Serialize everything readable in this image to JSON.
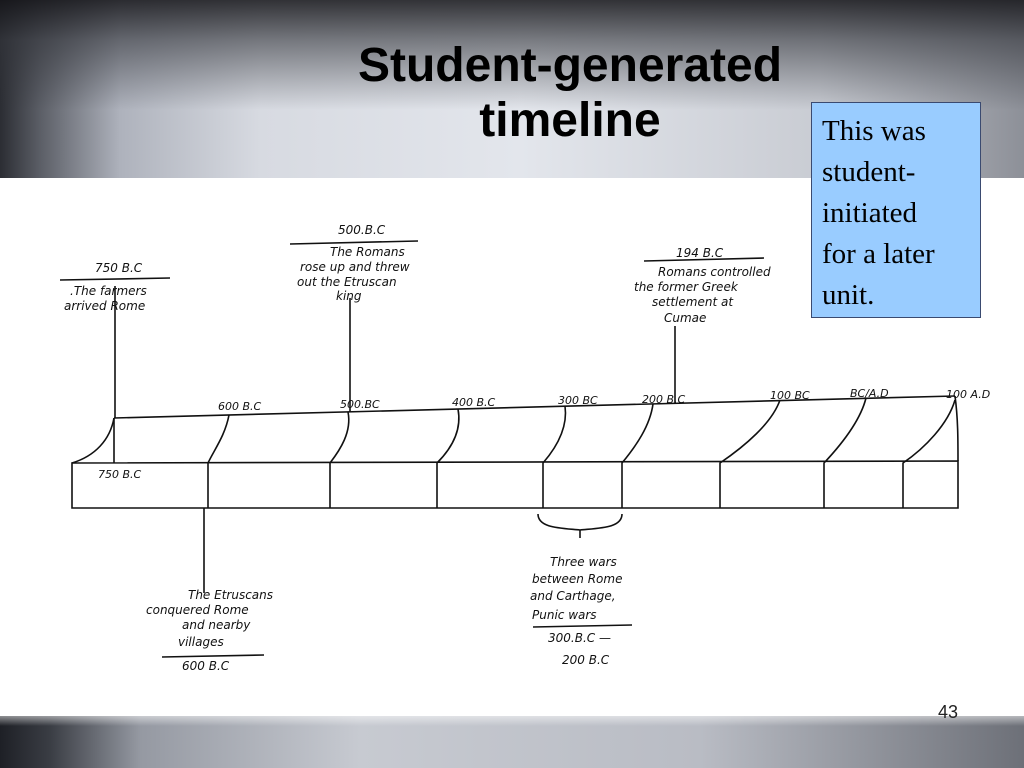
{
  "slide": {
    "title": "Student-generated\ntimeline",
    "callout": "This was\nstudent-\ninitiated\nfor a later\nunit.",
    "page_number": "43"
  },
  "timeline": {
    "ticks": [
      "600 B.C",
      "500.BC",
      "400 B.C",
      "300 BC",
      "200 B.C",
      "100 BC",
      "BC/A.D",
      "100 A.D"
    ],
    "start_label": "750 B.C",
    "events_above": [
      {
        "date": "750 B.C",
        "lines": [
          ".The farmers",
          "arrived Rome"
        ]
      },
      {
        "date": "500.B.C",
        "lines": [
          "The Romans",
          "rose up and threw",
          "out the Etruscan",
          "king"
        ]
      },
      {
        "date": "194 B.C",
        "lines": [
          "Romans controlled",
          "the former Greek",
          "settlement at",
          "Cumae"
        ]
      }
    ],
    "events_below": [
      {
        "lines": [
          "The Etruscans",
          "conquered Rome",
          "and nearby",
          "villages"
        ],
        "date": "600 B.C"
      },
      {
        "lines": [
          "Three wars",
          "between Rome",
          "and Carthage,",
          "Punic wars"
        ],
        "date": "300.B.C —",
        "date2": "200 B.C"
      }
    ]
  }
}
